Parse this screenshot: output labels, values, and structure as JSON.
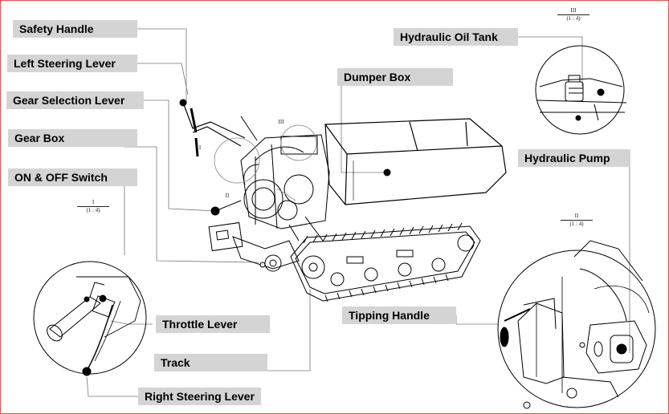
{
  "labels": {
    "safety_handle": "Safety Handle",
    "left_steering_lever": "Left Steering Lever",
    "gear_selection_lever": "Gear Selection Lever",
    "gear_box": "Gear Box",
    "on_off_switch": "ON & OFF Switch",
    "throttle_lever": "Throttle Lever",
    "track": "Track",
    "right_steering_lever": "Right Steering Lever",
    "hydraulic_oil_tank": "Hydraulic Oil Tank",
    "dumper_box": "Dumper Box",
    "hydraulic_pump": "Hydraulic Pump",
    "tipping_handle": "Tipping Handle"
  },
  "details": {
    "d1": {
      "num": "I",
      "scale": "(1 : 4)"
    },
    "d2": {
      "num": "II",
      "scale": "(1 : 4)"
    },
    "d3": {
      "num": "III",
      "scale": "(1 : 4)"
    }
  },
  "markers": {
    "m1": "I",
    "m2": "II",
    "m3": "III"
  },
  "colors": {
    "frame": "#d9534f",
    "label_bg": "#d4d4d4"
  }
}
